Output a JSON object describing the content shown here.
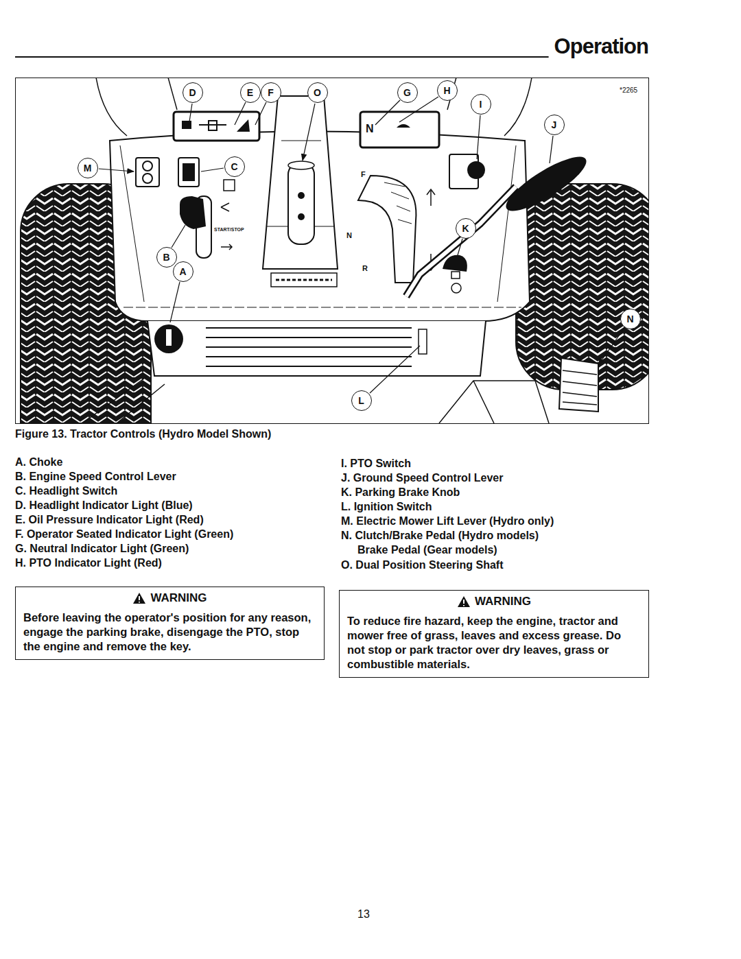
{
  "diagram": {
    "title": "Operation",
    "caption": "Figure 13. Tractor Controls (Hydro Model Shown)",
    "nodes": [
      {
        "text": [
          "*2265"
        ]
      },
      {
        "text": [
          "D"
        ],
        "in": 0
      },
      {
        "text": [
          "E"
        ],
        "in": 0
      },
      {
        "text": [
          "F"
        ],
        "in": 0
      },
      {
        "text": [
          "O"
        ],
        "in": 0
      },
      {
        "text": [
          "G"
        ],
        "in": 0
      },
      {
        "text": [
          "H"
        ],
        "in": 0
      },
      {
        "text": [
          "I"
        ],
        "in": 0
      },
      {
        "text": [
          "J"
        ],
        "in": 0
      },
      {
        "text": [
          "M"
        ],
        "in": 0
      },
      {
        "text": [
          "C"
        ],
        "in": 0
      },
      {
        "text": [
          "B"
        ],
        "in": 0
      },
      {
        "text": [
          "A"
        ],
        "in": 0
      },
      {
        "text": [
          "K"
        ],
        "in": 0
      },
      {
        "text": [
          "N"
        ],
        "in": 0
      },
      {
        "text": [
          "L"
        ],
        "in": 0
      },
      {
        "text": [
          "WARNING",
          "Before leaving the operator's position for any reason, engage the parking brake, disengage the PTO, stop the engine and remove the key."
        ]
      },
      {
        "text": [
          "WARNING",
          "To reduce fire hazard, keep the engine, tractor and mower free of grass, leaves and excess grease. Do not stop or park tractor over dry leaves, grass or combustible materials."
        ]
      }
    ],
    "labels": [
      "START/STOP",
      "F",
      "N",
      "R",
      "N",
      "A. Choke",
      "B. Engine Speed Control Lever",
      "C. Headlight Switch",
      "D. Headlight Indicator Light (Blue)",
      "E. Oil Pressure Indicator Light (Red)",
      "F. Operator Seated Indicator Light (Green)",
      "G. Neutral Indicator Light (Green)",
      "H. PTO Indicator Light (Red)",
      "I. PTO Switch",
      "J. Ground Speed Control Lever",
      "K. Parking Brake Knob",
      "L. Ignition Switch",
      "M. Electric Mower Lift Lever (Hydro only)",
      "N. Clutch/Brake Pedal (Hydro models) Brake Pedal (Gear models)",
      "O. Dual Position Steering Shaft",
      "13"
    ]
  }
}
